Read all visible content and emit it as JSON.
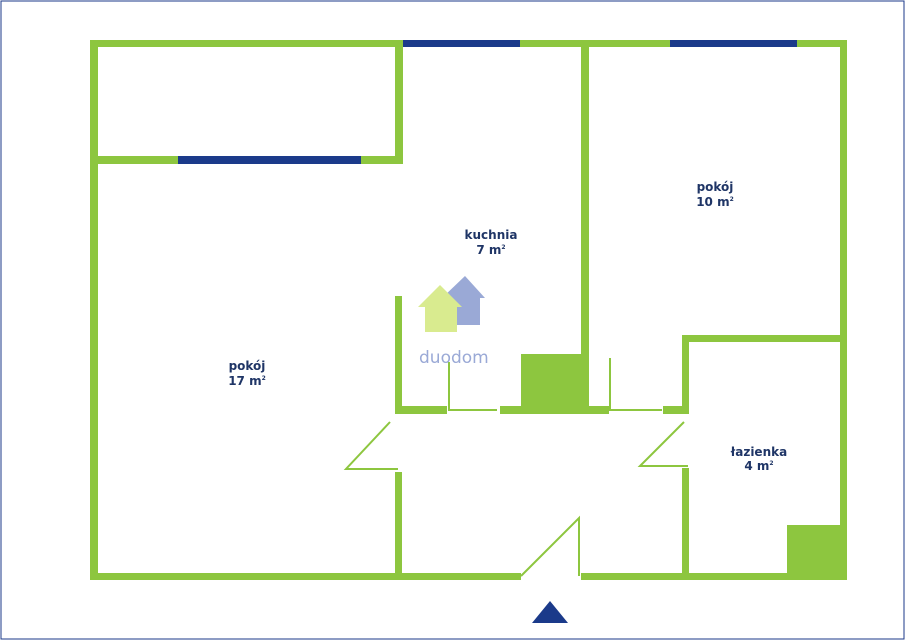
{
  "floorplan": {
    "wall_color": "#8dc63f",
    "window_color": "#1b3a8a",
    "text_color": "#1f3566",
    "entrance_marker_color": "#1b3a8a",
    "rooms": [
      {
        "id": "living",
        "name": "pokój",
        "area": "17 m",
        "area_sup": "2"
      },
      {
        "id": "kitchen",
        "name": "kuchnia",
        "area": "7 m",
        "area_sup": "2"
      },
      {
        "id": "bedroom",
        "name": "pokój",
        "area": "10 m",
        "area_sup": "2"
      },
      {
        "id": "bathroom",
        "name": "łazienka",
        "area": "4 m",
        "area_sup": "2"
      }
    ],
    "watermark": {
      "text": "duodom",
      "colors": {
        "front_house": "#d9eb8f",
        "back_house": "#9aa9d6"
      }
    },
    "entrance_icon": "triangle-up-icon"
  }
}
